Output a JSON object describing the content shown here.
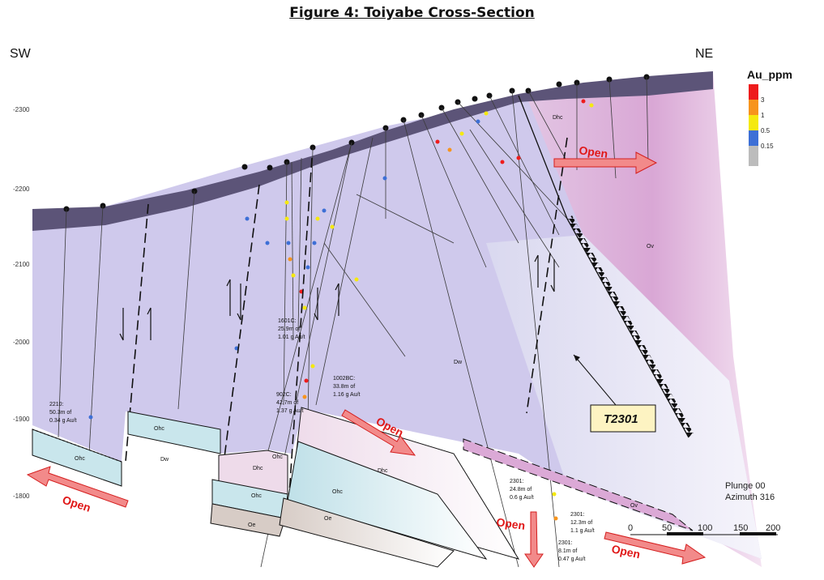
{
  "figure": {
    "title": "Figure 4: Toiyabe Cross-Section"
  },
  "orientation": {
    "left": "SW",
    "right": "NE"
  },
  "elevation_labels": [
    "-2300",
    "-2200",
    "-2100",
    "-2000",
    "-1900",
    "-1800"
  ],
  "legend": {
    "title": "Au_ppm",
    "entries": [
      {
        "label": "3",
        "color": "#ee1c1c"
      },
      {
        "label": "1",
        "color": "#f7941d"
      },
      {
        "label": "0.5",
        "color": "#f5e90f"
      },
      {
        "label": "0.15",
        "color": "#3d6fd6"
      },
      {
        "label": "",
        "color": "#bcbcbc"
      }
    ]
  },
  "unit_labels": {
    "dhc_top": "Dhc",
    "ov_right": "Ov",
    "dw_center": "Dw",
    "ohc_left": "Ohc",
    "dw_left": "Dw",
    "ohc_block2": "Ohc",
    "dhc_block3": "Dhc",
    "ohc_block3_top": "Ohc",
    "ohc_block3": "Ohc",
    "oe_block3": "Oe",
    "ohc_block4": "Ohc",
    "oe_block4": "Oe",
    "dhc_block4": "Dhc",
    "ov_lower": "Ov"
  },
  "intercepts": {
    "i2210": [
      "2210:",
      "50.3m of",
      "0.34 g Au/t"
    ],
    "i1601c": [
      "1601C:",
      "25.9m of",
      "1.01 g Au/t"
    ],
    "i902c": [
      "902C:",
      "42.7m of",
      "1.37 g Au/t"
    ],
    "i1002bc": [
      "1002BC:",
      "33.8m of",
      "1.16 g Au/t"
    ],
    "i2301a": [
      "2301:",
      "24.8m of",
      "0.6 g Au/t"
    ],
    "i2301b": [
      "2301:",
      "12.3m of",
      "1.1 g Au/t"
    ],
    "i2301c": [
      "2301:",
      "8.1m of",
      "0.47 g Au/t"
    ]
  },
  "open_label": "Open",
  "fault_callout": "T2301",
  "plunge": {
    "line1": "Plunge 00",
    "line2": "Azimuth 316"
  },
  "scale_bar": [
    "0",
    "50",
    "100",
    "150",
    "200"
  ]
}
